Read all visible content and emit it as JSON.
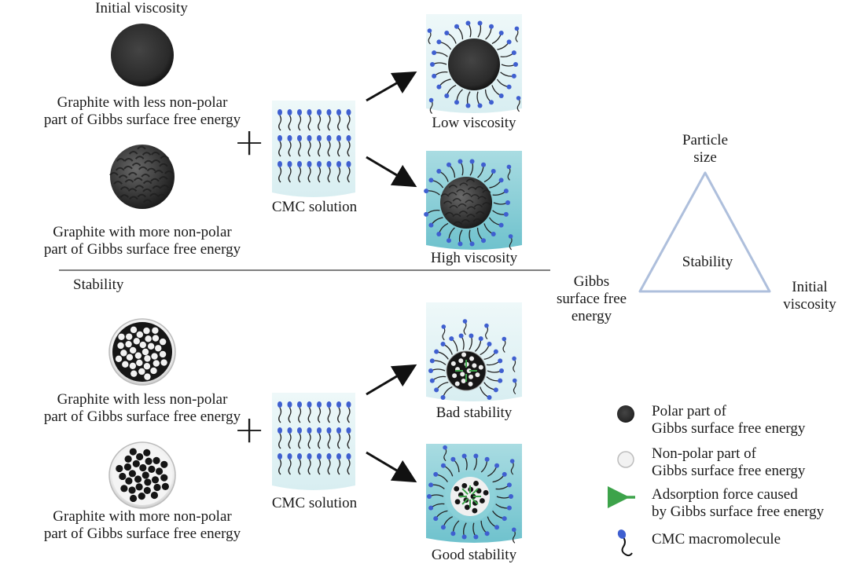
{
  "top": {
    "section_label": "Initial viscosity",
    "graphite_less": [
      "Graphite with less non-polar",
      "part of Gibbs surface free energy"
    ],
    "graphite_more": [
      "Graphite with more non-polar",
      "part of Gibbs surface free energy"
    ],
    "plus": "+",
    "cmc_label": "CMC solution",
    "result_low": "Low viscosity",
    "result_high": "High viscosity"
  },
  "bottom": {
    "section_label": "Stability",
    "graphite_less": [
      "Graphite with less non-polar",
      "part of Gibbs surface free energy"
    ],
    "graphite_more": [
      "Graphite with more non-polar",
      "part of Gibbs surface free energy"
    ],
    "plus": "+",
    "cmc_label": "CMC solution",
    "result_bad": "Bad stability",
    "result_good": "Good stability"
  },
  "triangle": {
    "top": [
      "Particle",
      "size"
    ],
    "center": "Stability",
    "left": [
      "Gibbs",
      "surface free",
      "energy"
    ],
    "right": [
      "Initial",
      "viscosity"
    ]
  },
  "legend": {
    "polar": [
      "Polar part of",
      "Gibbs surface free energy"
    ],
    "nonpolar": [
      "Non-polar part of",
      "Gibbs surface free energy"
    ],
    "adsorption": [
      "Adsorption force caused",
      "by Gibbs surface free energy"
    ],
    "cmc": "CMC macromolecule"
  },
  "colors": {
    "container_light": "#e6f4f6",
    "container_dark": "#7cc9d3",
    "molecule_head": "#3f5fd0",
    "particle": "#2a2a2a",
    "adsorption_arrow": "#3da34a",
    "triangle_stroke": "#aebfdc"
  }
}
